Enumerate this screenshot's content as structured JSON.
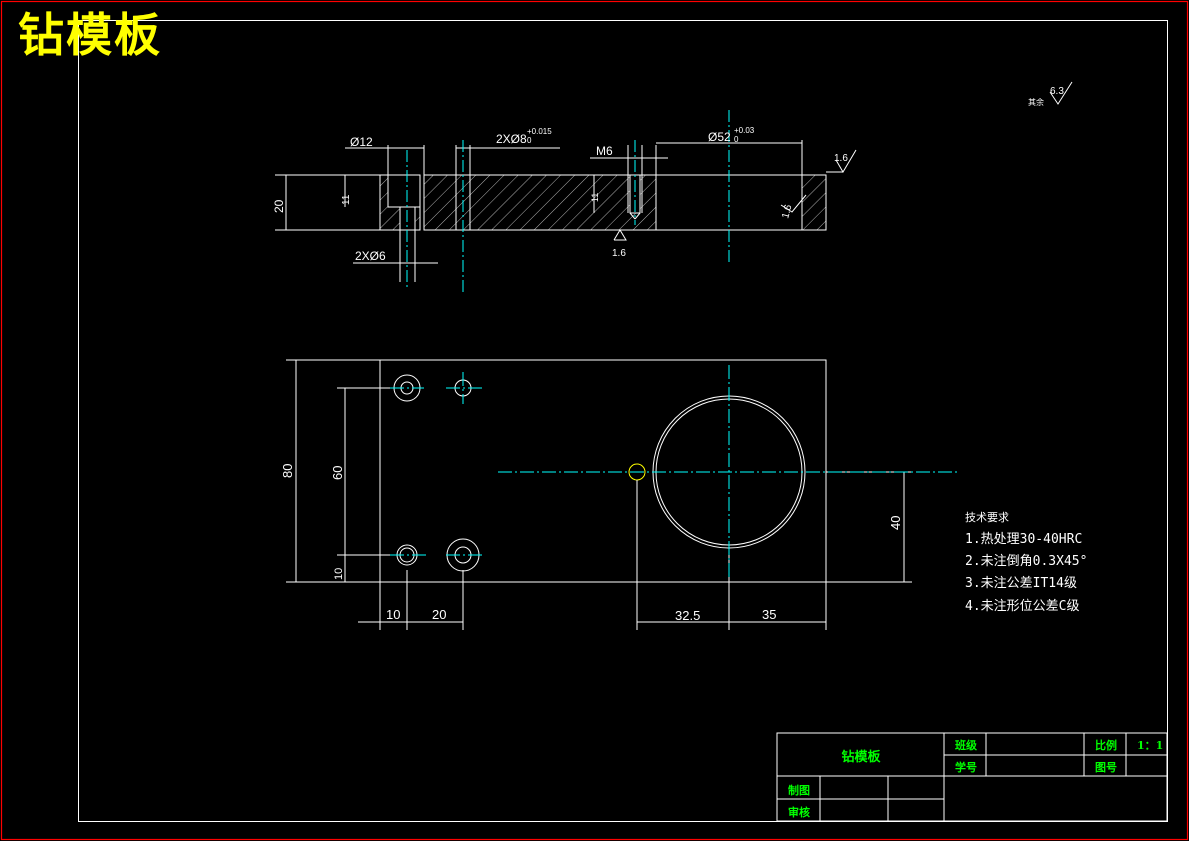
{
  "title": "钻模板",
  "roughness_note": {
    "label": "其余",
    "value": "6.3"
  },
  "section_view": {
    "dims": {
      "d12": "Ø12",
      "d8": "2XØ8",
      "d8_tol": "+0.015",
      "d8_tol_lower": "0",
      "m6": "M6",
      "d52": "Ø52",
      "d52_tol": "+0.03",
      "d52_tol_lower": "0",
      "height": "20",
      "counterbore": "11",
      "thread_depth": "11",
      "d6": "2XØ6"
    },
    "roughness": [
      "1.6",
      "1.6",
      "1.6"
    ]
  },
  "plan_view": {
    "dims": {
      "overall_h": "80",
      "holes_pitch": "60",
      "bottom_off": "10",
      "x10": "10",
      "x20": "20",
      "x32": "32.5",
      "x35": "35",
      "y40": "40"
    }
  },
  "tech_requirements": {
    "heading": "技术要求",
    "items": [
      "1.热处理30-40HRC",
      "2.未注倒角0.3X45°",
      "3.未注公差IT14级",
      "4.未注形位公差C级"
    ]
  },
  "title_block": {
    "part_name": "钻模板",
    "class_label": "班级",
    "scale_label": "比例",
    "scale_value": "1：1",
    "student_no_label": "学号",
    "drawing_no_label": "图号",
    "drafter_label": "制图",
    "reviewer_label": "审核"
  },
  "colors": {
    "frame": "#ff0000",
    "line": "#ffffff",
    "center": "#00ffff",
    "title": "#ffff00",
    "block_text": "#00ff00"
  }
}
